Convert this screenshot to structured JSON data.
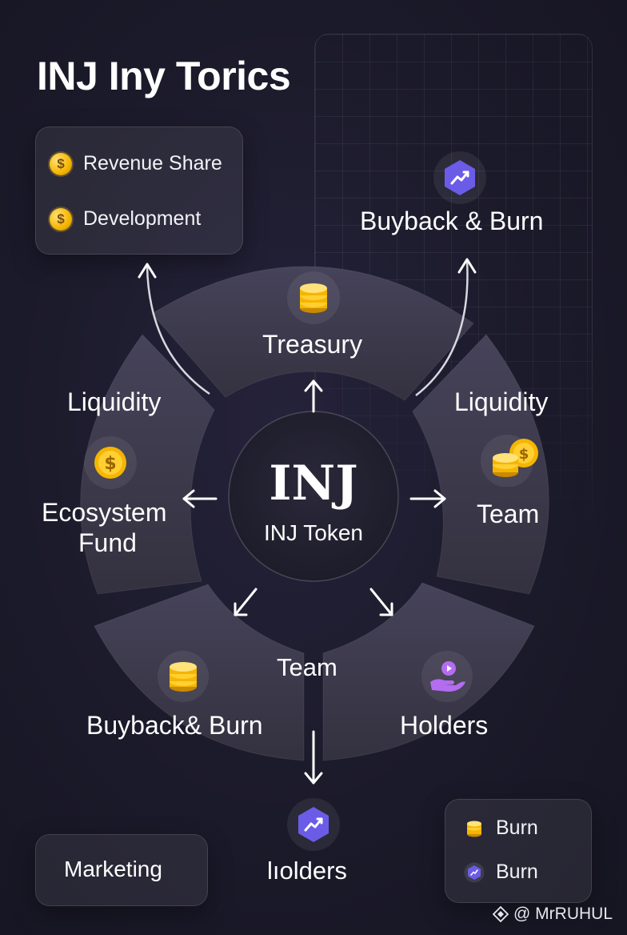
{
  "title": "INJ Iny Torics",
  "top_left_card": {
    "items": [
      {
        "label": "Revenue Share",
        "icon": "dollar-coin-icon"
      },
      {
        "label": "Development",
        "icon": "dollar-coin-icon"
      }
    ]
  },
  "top_right": {
    "label": "Buyback & Burn",
    "icon": "hexagon-chart-icon"
  },
  "center": {
    "symbol": "INJ",
    "label": "INJ Token"
  },
  "segments": {
    "top": {
      "label": "Treasury",
      "icon": "coin-stack-icon"
    },
    "left": {
      "header": "Liquidity",
      "label_line1": "Ecosystem",
      "label_line2": "Fund",
      "icon": "dollar-coin-icon"
    },
    "right": {
      "header": "Liquidity",
      "label": "Team",
      "icon": "coins-icon"
    },
    "bottom_left": {
      "label": "Buyback& Burn",
      "icon": "coin-stack-icon"
    },
    "bottom_right": {
      "label": "Holders",
      "icon": "hand-coin-icon"
    },
    "bottom_center": {
      "label": "Team"
    }
  },
  "bottom": {
    "holders_label": "lıolders",
    "marketing_label": "Marketing",
    "legend": [
      {
        "label": "Burn",
        "icon": "coin-stack-icon"
      },
      {
        "label": "Burn",
        "icon": "hexagon-chart-icon"
      }
    ]
  },
  "watermark": "@ MrRUHUL",
  "colors": {
    "background": "#1b1a2a",
    "segment": "#3a3748",
    "gold": "#f5b500",
    "purple": "#6b5ce7"
  }
}
